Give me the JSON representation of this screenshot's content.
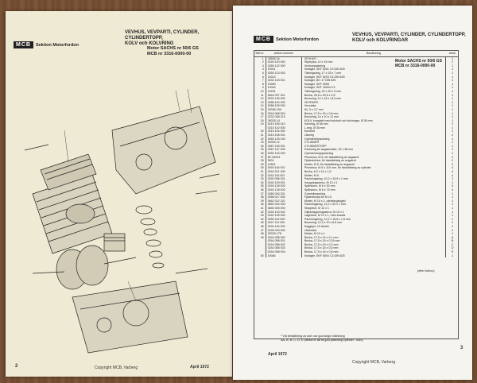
{
  "left_page": {
    "logo": "MCB",
    "section": "Sektion Motorfordon",
    "header_line1": "VEVHUS, VEVPARTI, CYLINDER, CYLINDERTOPP,",
    "header_line2": "KOLV och KOLVRING",
    "motor_line1": "Motor SACHS nr 50/6 GS",
    "motor_line2": "MCB nr 3316-0000-00",
    "page_number": "2",
    "copyright": "Copyright MCB, Varberg",
    "date": "April 1972"
  },
  "right_page": {
    "logo": "MCB",
    "section": "Sektion Motorfordon",
    "header_line1": "VEVHUS, VEVPARTI, CYLINDER, CYLINDERTOPP,",
    "header_line2": "KOLV och KOLVRINGAR",
    "col_headers": [
      "Bild nr",
      "Artikel-nummer",
      "Benämning",
      "Antal"
    ],
    "motor_line1": "Motor SACHS nr 50/6 GS",
    "motor_line2": "MCB nr 3316-0000-00",
    "rows": [
      [
        "1",
        "29505 16",
        "VEVHUS",
        "1"
      ],
      [
        "2",
        "0249 120 000",
        "Styrhylsa, 10 x 15 mm",
        "2"
      ],
      [
        "3",
        "0250 122 000",
        "Vevhuspackning",
        "1"
      ],
      [
        "4",
        "19011",
        "Kullager, SKF 6201 C3 DIN 625",
        "1"
      ],
      [
        "5",
        "0250 123 000",
        "Tätningsring, 17 x 33 x 7 mm",
        "1"
      ],
      [
        "6",
        "19013",
        "Kullager, SKF 6203 C4 DIN 625",
        "1"
      ],
      [
        "7",
        "0232 143 001",
        "Kullager, BO 17 DIN 625",
        "1"
      ],
      [
        "8",
        "19050",
        "Kullager, SKF 6005",
        "1"
      ],
      [
        "9",
        "19044",
        "Kullager, SKF 16004 C3",
        "1"
      ],
      [
        "10",
        "14431",
        "Tätningsring, 20 x 30 x 5 mm",
        "1"
      ],
      [
        "11",
        "0644 037 001",
        "Bricka, 25,5 x 40,5 x 0,8",
        "1"
      ],
      [
        "12",
        "0232 125 000",
        "Bussning, 12 x 16 x 14,5 mm",
        "1"
      ],
      [
        "13",
        "0288 100 000",
        "VEVPARTI",
        "1"
      ],
      [
        "14",
        "0288 105 000",
        "Vevstake",
        "1"
      ],
      [
        "15",
        "29036-150",
        "Kil, 3 x 3,7 mm",
        "1"
      ],
      [
        "16",
        "0244 068 004",
        "Bricka, 17,5 x 24 x 0,8 mm",
        "1"
      ],
      [
        "17",
        "0232 038 213",
        "Bussning, 14 x 10 x 12 mm",
        "1"
      ],
      [
        "18",
        "29025-14",
        "KOLV, komplett med kolvbult och kolvringar, Ø 38 mm",
        "1"
      ],
      [
        "19",
        "0215 106 010",
        "Kolvring, Ø 38 mm",
        "2"
      ],
      [
        "",
        "0215 102 000",
        "L-ring, Ø 38 mm",
        "1"
      ],
      [
        "20",
        "0215 104 000",
        "Kolvbult",
        "1"
      ],
      [
        "21",
        "0215 108 001",
        "Låsring",
        "2"
      ],
      [
        "22",
        "0250 125 100",
        "Cylinderfotpackning",
        "1"
      ],
      [
        "23",
        "29025 12",
        "CYLINDER",
        "1"
      ],
      [
        "24",
        "0267 135 001",
        "CYLINDERTOPP",
        "1"
      ],
      [
        "25",
        "0267 147 000",
        "Packning för avgasmutter, 32 x 38 mm",
        "1"
      ],
      [
        "26",
        "0250 153 000",
        "Cylinderstopppackning",
        "1"
      ],
      [
        "27",
        "82 040/21",
        "Pinnskruv, M 6, för fastsättning av avgasrör",
        "2"
      ],
      [
        "28",
        "5901",
        "Fjäderbricka, för fastsättning av avgasrör",
        "2"
      ],
      [
        "29",
        "14501",
        "Mutter, M 6, för fastsättning av avgasrör",
        "2"
      ],
      [
        "30",
        "0240 164 001",
        "Pinnskruv, M 6 x 110 mm, för fastsättning av cylinder",
        "4"
      ],
      [
        "31",
        "0244 021 000",
        "Bricka, 6,2 x 14 x 1,5",
        "4"
      ],
      [
        "32",
        "0242 115 001",
        "Mutter, M 6",
        "4"
      ],
      [
        "33",
        "0240 096 001",
        "Packningsring, 10,2 x 15,9 x 1 mm",
        "1"
      ],
      [
        "34",
        "0240 129 001",
        "Insugningsskruv, M 10 x 1",
        "1"
      ],
      [
        "35",
        "0240 128 002",
        "Spårskruv, M 6 x 52 mm",
        "4"
      ],
      [
        "36",
        "0240 128 003",
        "Spårskruv, M 6 x 75 mm",
        "4"
      ],
      [
        "37",
        "0280 040 301",
        "Gummibussning",
        "1"
      ],
      [
        "38",
        "0268 017 000",
        "Fjäderbricka för M 10",
        "1"
      ],
      [
        "39",
        "0642 012 110",
        "Mutter, M 10 x 1, vänstergängad",
        "1"
      ],
      [
        "40",
        "0650 004 000",
        "Packningsring, 12,2 x 20 x 1 mm",
        "1"
      ],
      [
        "41",
        "0640 005 000",
        "Stoppbult, M 12 x 1",
        "1"
      ],
      [
        "42",
        "0240 133 002",
        "Oljeavtappningsskruv, M 10 x 1",
        "1"
      ],
      [
        "43",
        "0240 105 000",
        "Lagerbult, M 12 x 1, med ansats",
        "1"
      ],
      [
        "44",
        "0250 115 000",
        "Packningsring, 12,2 x 15,6 x 1,5 mm",
        "1"
      ],
      [
        "45",
        "0247 112 000",
        "Bussning, 12,3 x 20 x 6,5 mm",
        "1"
      ],
      [
        "46",
        "0234 104 000",
        "Kugghjul, 19 tänder",
        "1"
      ],
      [
        "47",
        "0246 049 000",
        "Låsbricka",
        "1"
      ],
      [
        "48",
        "29025-178",
        "Mutter, M 10 x 1",
        "1"
      ],
      [
        "49",
        "0244 058 000",
        "Bricka, 17,5 x 24 x 0,1 mm",
        "A"
      ],
      [
        "",
        "0244 058 001",
        "Bricka, 17,5 x 24 x 0,15 mm",
        "B"
      ],
      [
        "",
        "0244 058 002",
        "Bricka, 17,5 x 24 x 0,2 mm",
        "C"
      ],
      [
        "",
        "0244 058 003",
        "Bricka, 17,5 x 24 x 0,5 mm",
        "D"
      ],
      [
        "",
        "0244 058 004",
        "Bricka, 17,5 x 24 x 0,8 mm",
        "E"
      ],
      [
        "50",
        "19084",
        "Kullager, SKF 6004 C3 DIN 625",
        "1"
      ]
    ],
    "letter_column_header": "(efter behov)",
    "footnote_line1": "* Vid beställning av kolv var god angiv märkning",
    "footnote_line2": "AA, A, B, C, D, E (detta för att få god passning cylinder - kolv).",
    "date": "April 1972",
    "copyright": "Copyright MCB, Varberg",
    "page_number": "3"
  }
}
